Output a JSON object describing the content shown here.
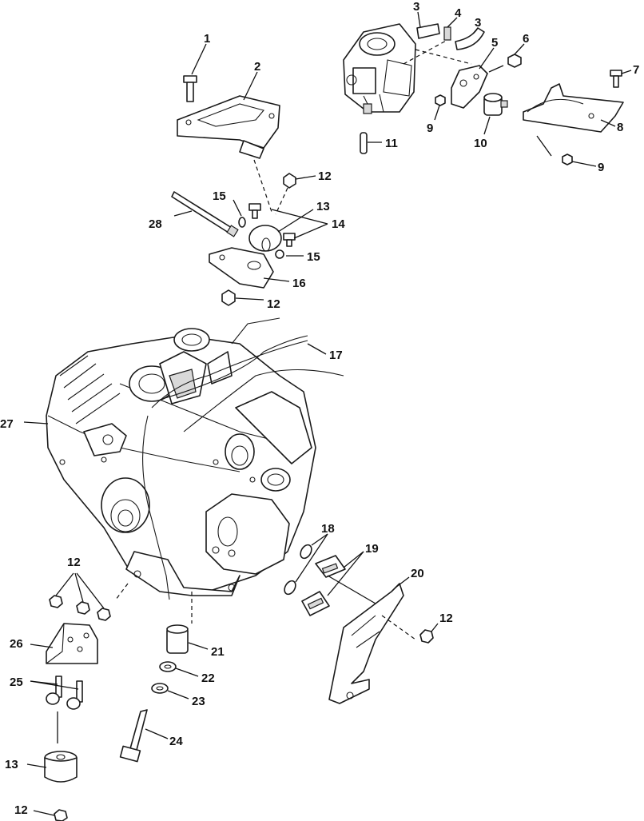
{
  "callouts": {
    "c1": "1",
    "c2": "2",
    "c3a": "3",
    "c3b": "3",
    "c4": "4",
    "c5": "5",
    "c6": "6",
    "c7": "7",
    "c8": "8",
    "c9a": "9",
    "c9b": "9",
    "c10": "10",
    "c11": "11",
    "c12a": "12",
    "c12b": "12",
    "c12c": "12",
    "c12d": "12",
    "c12e": "12",
    "c13a": "13",
    "c13b": "13",
    "c14": "14",
    "c15a": "15",
    "c15b": "15",
    "c16": "16",
    "c17": "17",
    "c18": "18",
    "c19": "19",
    "c20": "20",
    "c21": "21",
    "c22": "22",
    "c23": "23",
    "c24": "24",
    "c25": "25",
    "c26": "26",
    "c27": "27",
    "c28": "28"
  }
}
